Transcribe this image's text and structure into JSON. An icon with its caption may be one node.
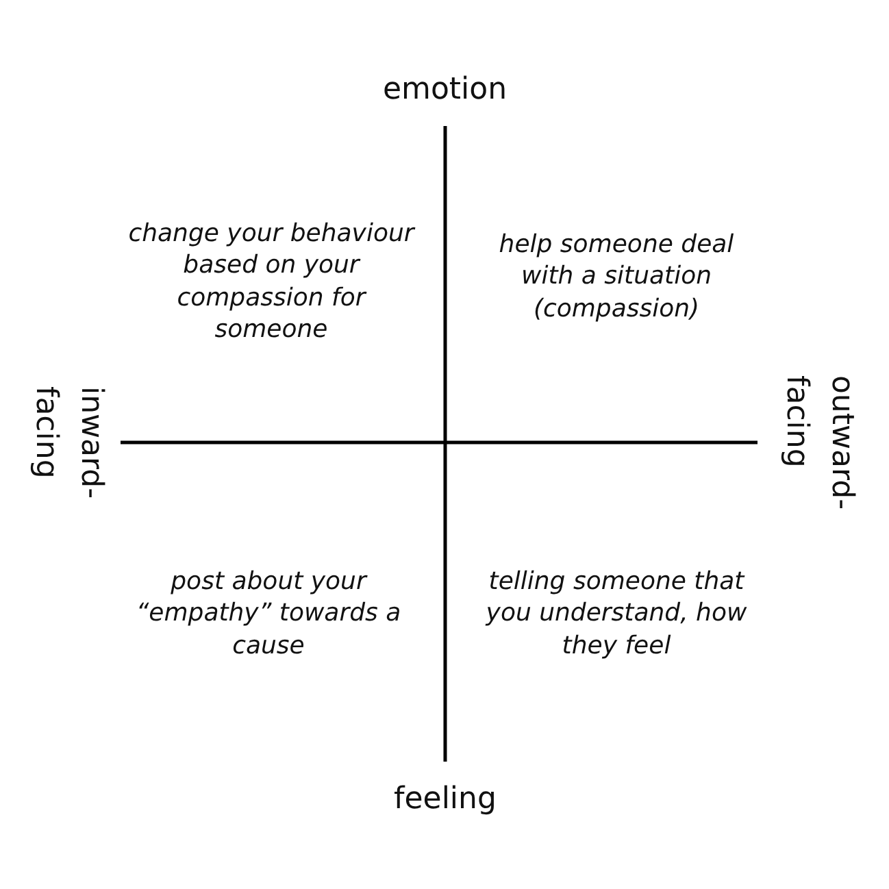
{
  "diagram": {
    "labels": [
      "emotion",
      "change your behaviour based on your compassion for someone",
      "help someone deal with a situation (compassion)",
      "inward- facing",
      "outward- facing",
      "post about your “empathy” towards a cause",
      "telling someone that you understand, how they feel",
      "feeling"
    ]
  }
}
